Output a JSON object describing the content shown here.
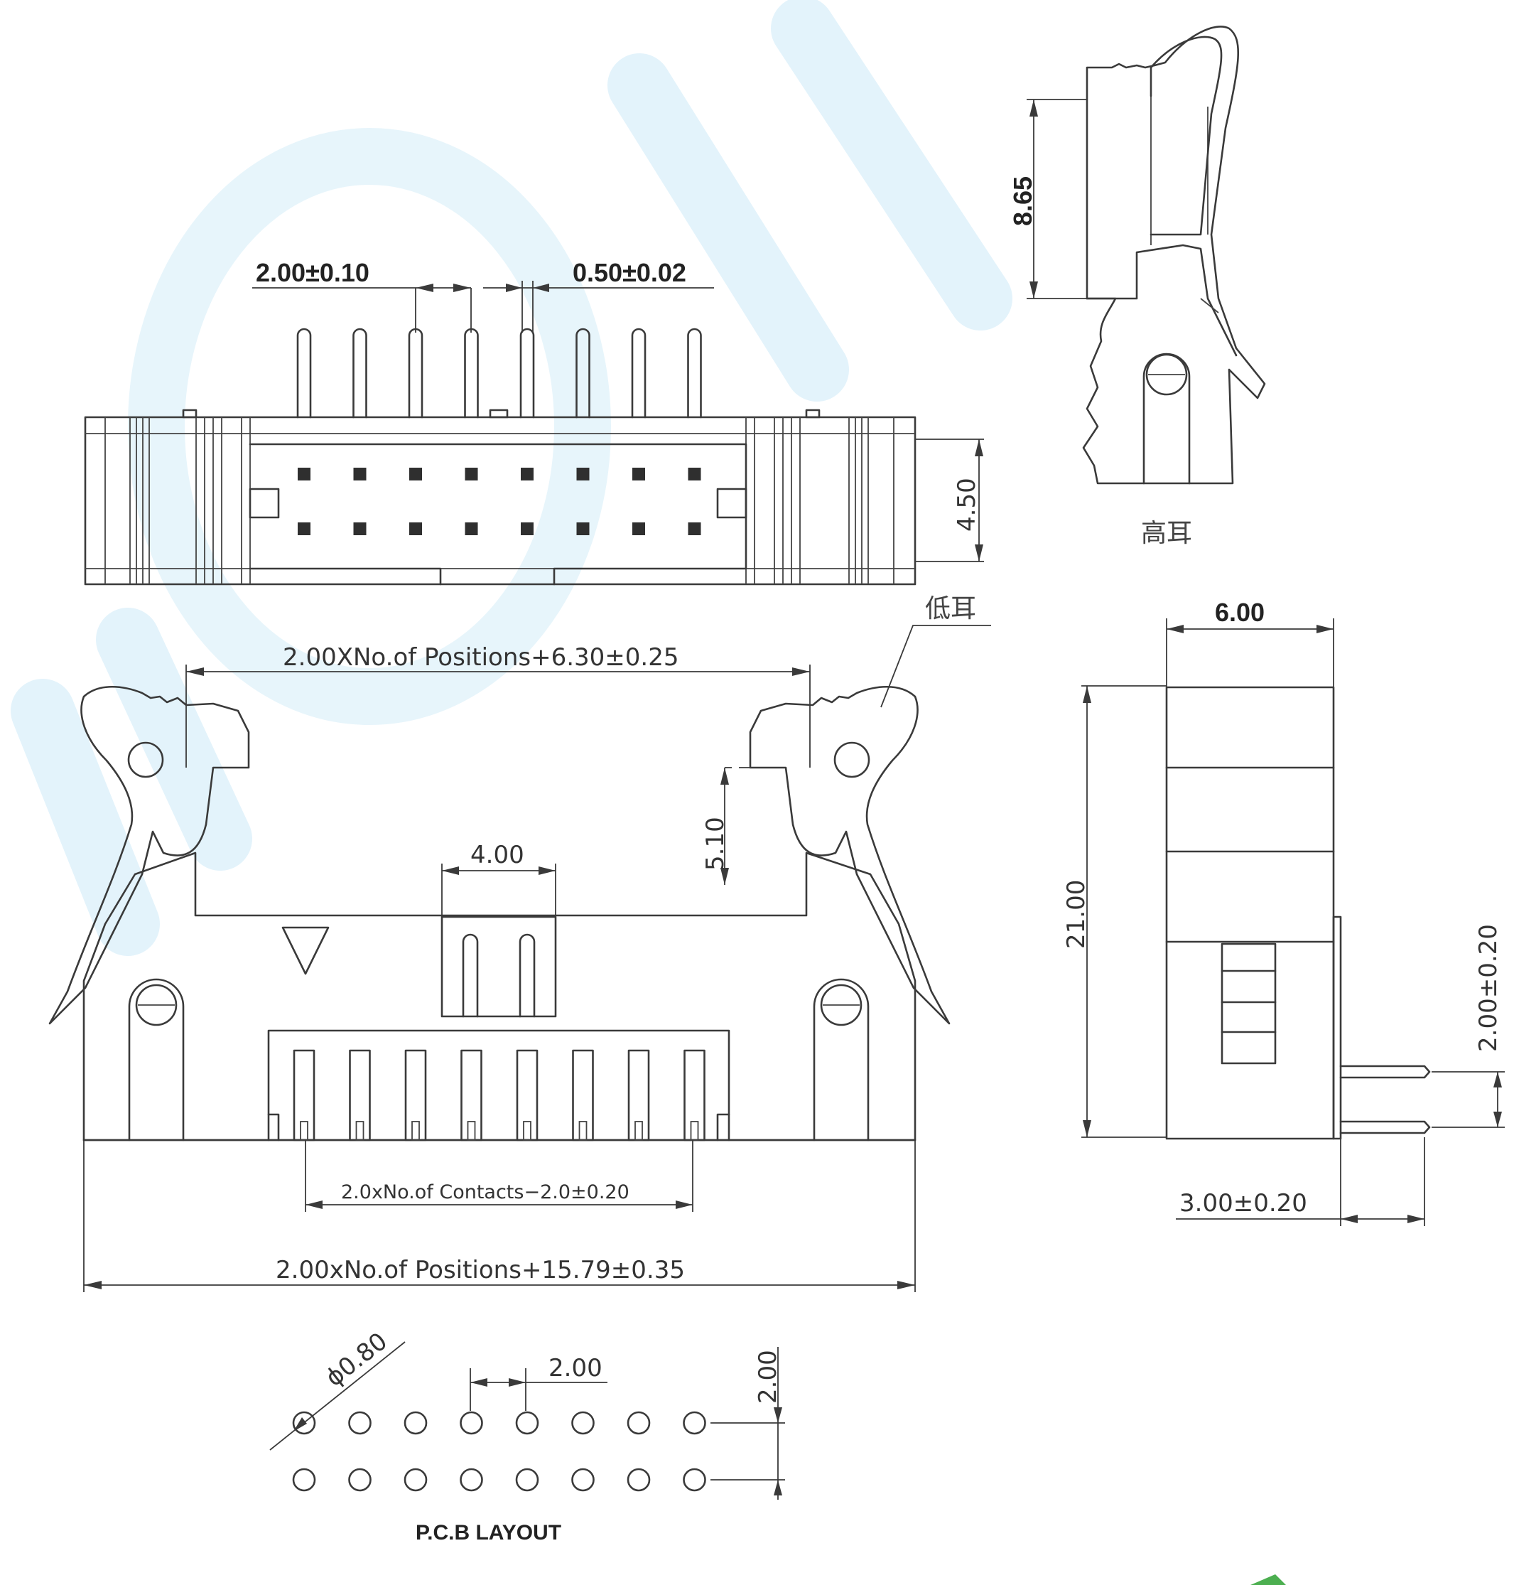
{
  "dimensions": {
    "pitch": "2.00±0.10",
    "pin_width": "0.50±0.02",
    "body_height": "4.50",
    "overall_width": "2.00XNo.of  Positions+6.30±0.25",
    "latch_height": "5.10",
    "key_width": "4.00",
    "contact_span": "2.0xNo.of  Contacts−2.0±0.20",
    "total_width": "2.00xNo.of  Positions+15.79±0.35",
    "side_height": "8.65",
    "end_width": "6.00",
    "end_height": "21.00",
    "row_pitch": "2.00±0.20",
    "tail_length": "3.00±0.20",
    "hole_diameter": "ϕ0.80",
    "pcb_pitch_x": "2.00",
    "pcb_pitch_y": "2.00"
  },
  "labels": {
    "high_ear": "高耳",
    "low_ear": "低耳",
    "pcb_layout": "P.C.B  LAYOUT"
  }
}
